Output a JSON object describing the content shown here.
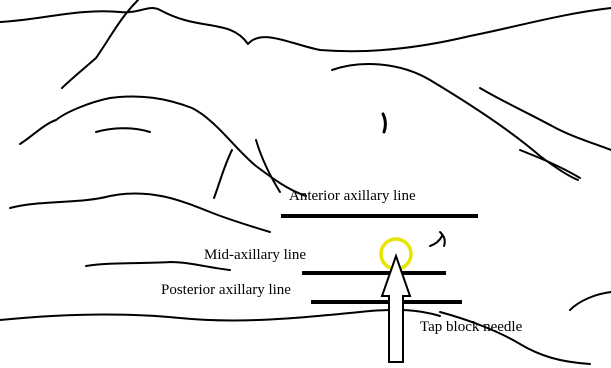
{
  "diagram": {
    "labels": {
      "anterior": "Anterior axillary line",
      "mid": "Mid-axillary line",
      "posterior": "Posterior axillary line",
      "needle": "Tap block needle"
    },
    "colors": {
      "outline": "#000000",
      "target_ring": "#e6e600",
      "needle_fill": "#ffffff"
    }
  }
}
